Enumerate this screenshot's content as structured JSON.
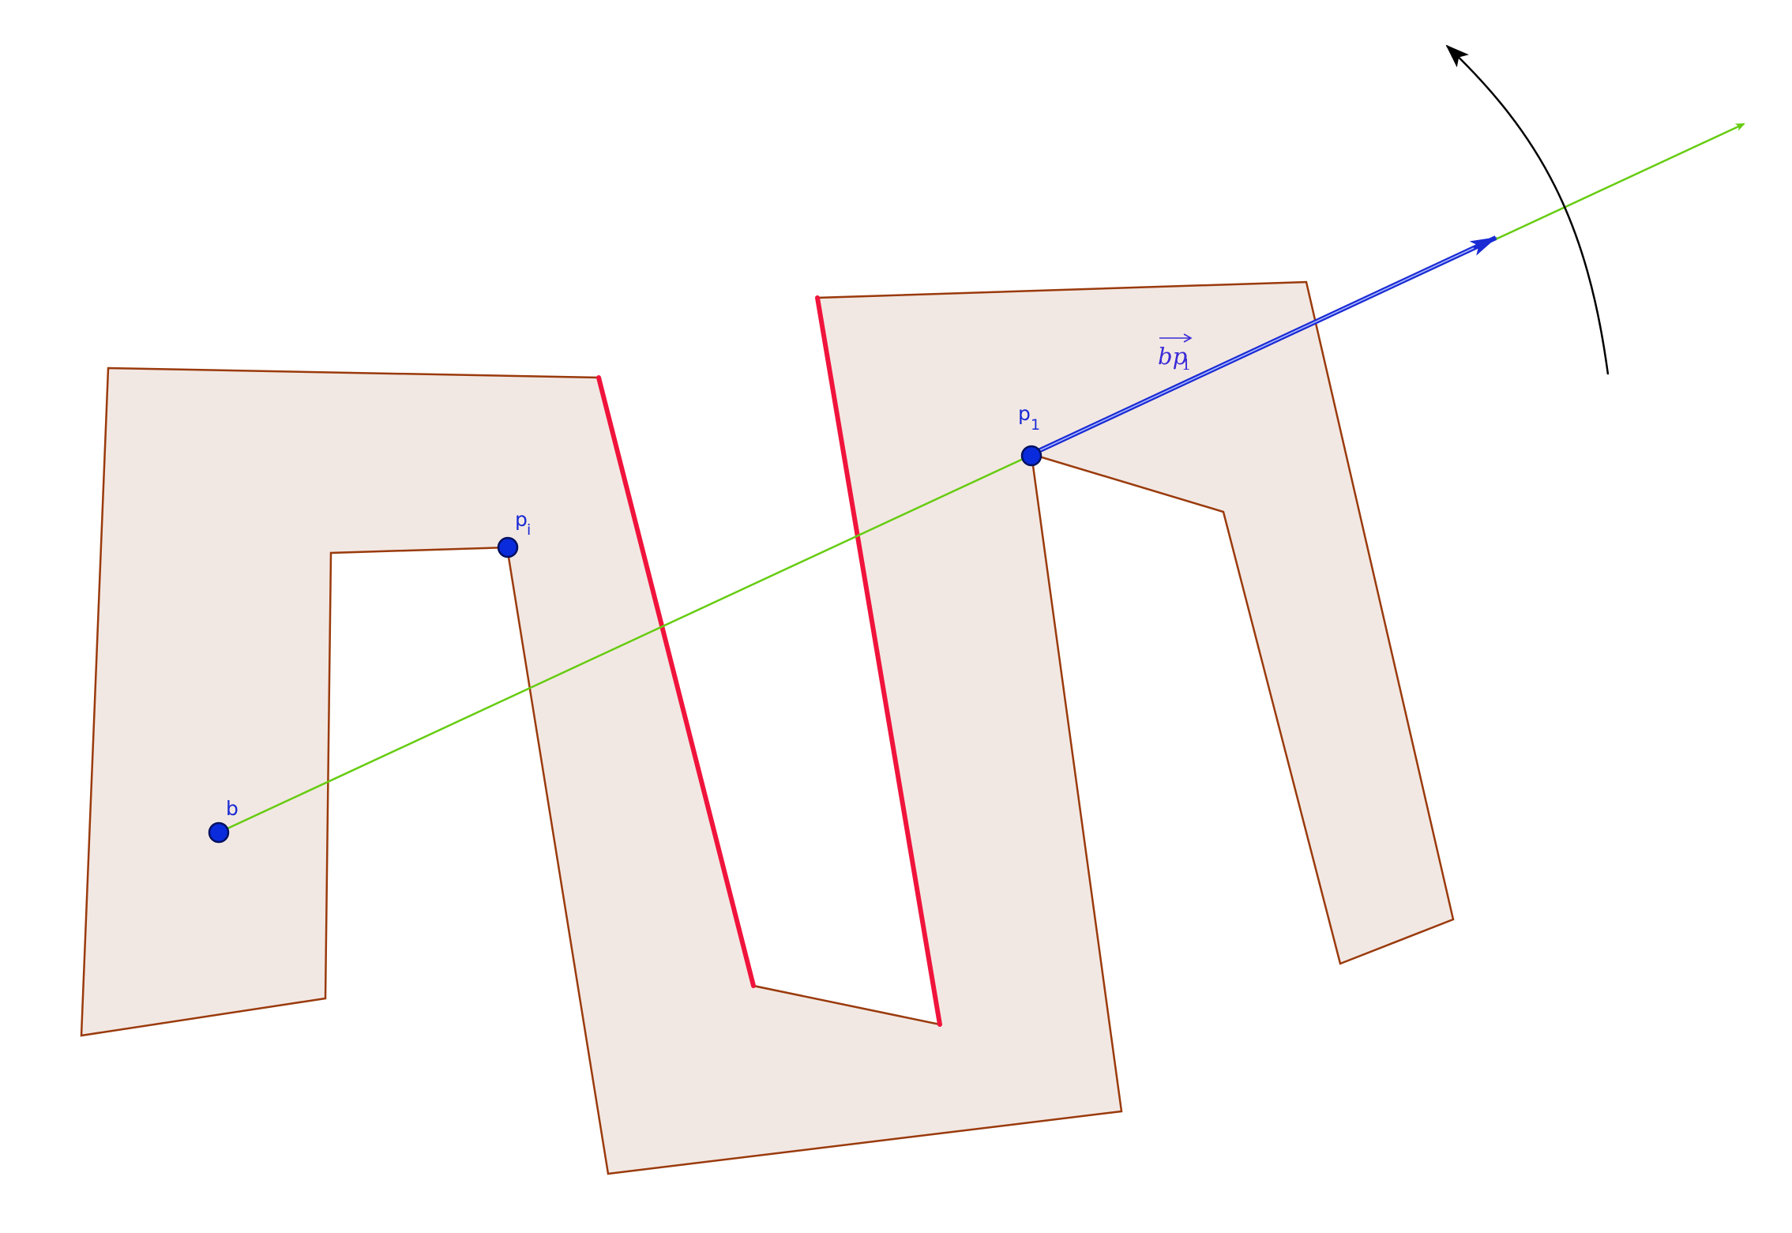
{
  "diagram": {
    "points": [
      {
        "id": "b",
        "label": "b",
        "subscript": ""
      },
      {
        "id": "pi",
        "label": "p",
        "subscript": "i"
      },
      {
        "id": "p1",
        "label": "p",
        "subscript": "1"
      }
    ],
    "vector_label": {
      "main": "bp",
      "subscript": "1"
    },
    "colors": {
      "polygon_fill": "#f2e8e3",
      "polygon_edge": "#9a3a0c",
      "highlight_edge": "#f0143c",
      "ray": "#66cc11",
      "vector": "#1a2bd4",
      "point_fill": "#0a2bdc",
      "rotation_arrow": "#000000"
    },
    "icons": [
      "rotation-arrow-icon",
      "ray-arrowhead-icon",
      "vector-arrowhead-icon"
    ]
  }
}
